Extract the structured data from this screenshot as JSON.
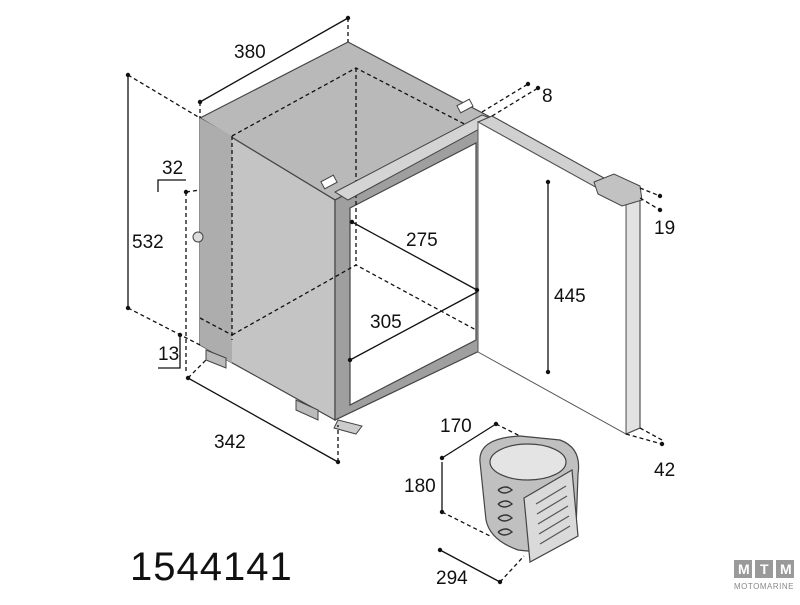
{
  "dimensions": {
    "top_depth": "380",
    "hinge_offset": "8",
    "side_offset": "32",
    "height": "532",
    "inner_depth": "275",
    "inner_width": "305",
    "inner_height": "445",
    "door_gap": "19",
    "foot_height": "13",
    "outer_width": "342",
    "door_thickness": "42",
    "compressor_depth": "170",
    "compressor_height": "180",
    "compressor_width": "294"
  },
  "model_code": "1544141",
  "watermark": {
    "letters": [
      "M",
      "T",
      "M"
    ],
    "brand": "MOTOMARINE"
  },
  "colors": {
    "fridge_light": "#c9c9c9",
    "fridge_mid": "#b3b3b3",
    "fridge_dark": "#9c9c9c",
    "door": "#d9d9d9",
    "compressor": "#bdbdbd",
    "logo_box": "#9a9a9a"
  }
}
